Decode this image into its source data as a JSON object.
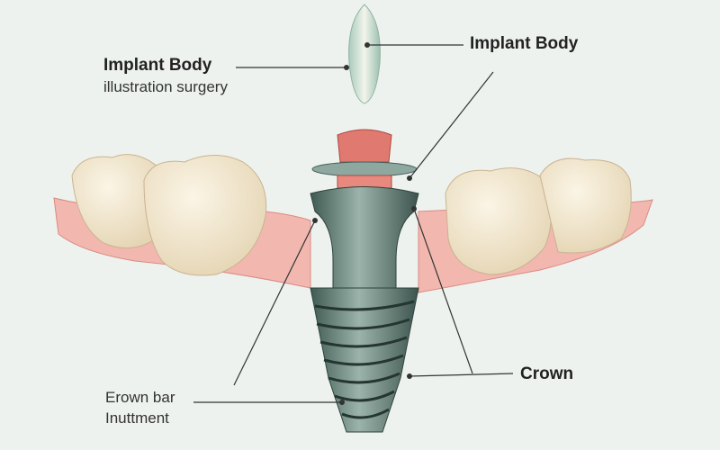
{
  "labels": {
    "top_left_title": "Implant Body",
    "top_left_subtitle": "illustration surgery",
    "top_right": "Implant Body",
    "right": "Crown",
    "bottom_left_line1": "Erown bar",
    "bottom_left_line2": "Inuttment"
  },
  "colors": {
    "background": "#eef2ef",
    "gum": "#f2b8b0",
    "tooth": "#f3e8d2",
    "implant": "#5e7a72",
    "abutment": "#e07a70",
    "crown_cap": "#cfe3d8"
  }
}
